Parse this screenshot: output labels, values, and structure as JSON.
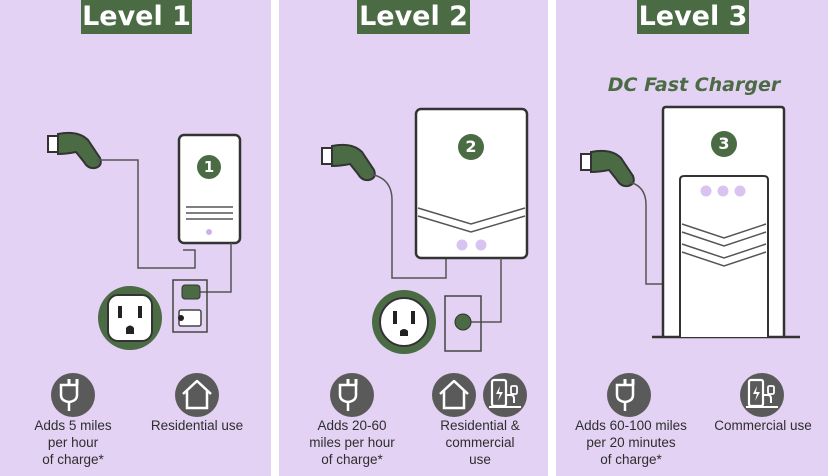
{
  "levels": [
    {
      "title": "Level 1",
      "number": "1",
      "speed_lines": [
        "Adds 5 miles",
        "per hour",
        "of charge*"
      ],
      "use_lines": [
        "Residential use"
      ]
    },
    {
      "title": "Level 2",
      "number": "2",
      "speed_lines": [
        "Adds 20-60",
        "miles per hour",
        "of charge*"
      ],
      "use_lines": [
        "Residential &",
        "commercial",
        "use"
      ]
    },
    {
      "title": "Level 3",
      "subtitle": "DC Fast Charger",
      "number": "3",
      "speed_lines": [
        "Adds 60-100 miles",
        "per 20 minutes",
        "of charge*"
      ],
      "use_lines": [
        "Commercial use"
      ]
    }
  ],
  "colors": {
    "panel_bg": "#e3d2f3",
    "accent_green": "#4a6b44",
    "icon_gray": "#5a5a5a",
    "outline": "#333333"
  },
  "icons": [
    "plug-icon",
    "house-icon",
    "charging-station-icon",
    "ev-connector-icon",
    "wall-outlet-icon"
  ]
}
